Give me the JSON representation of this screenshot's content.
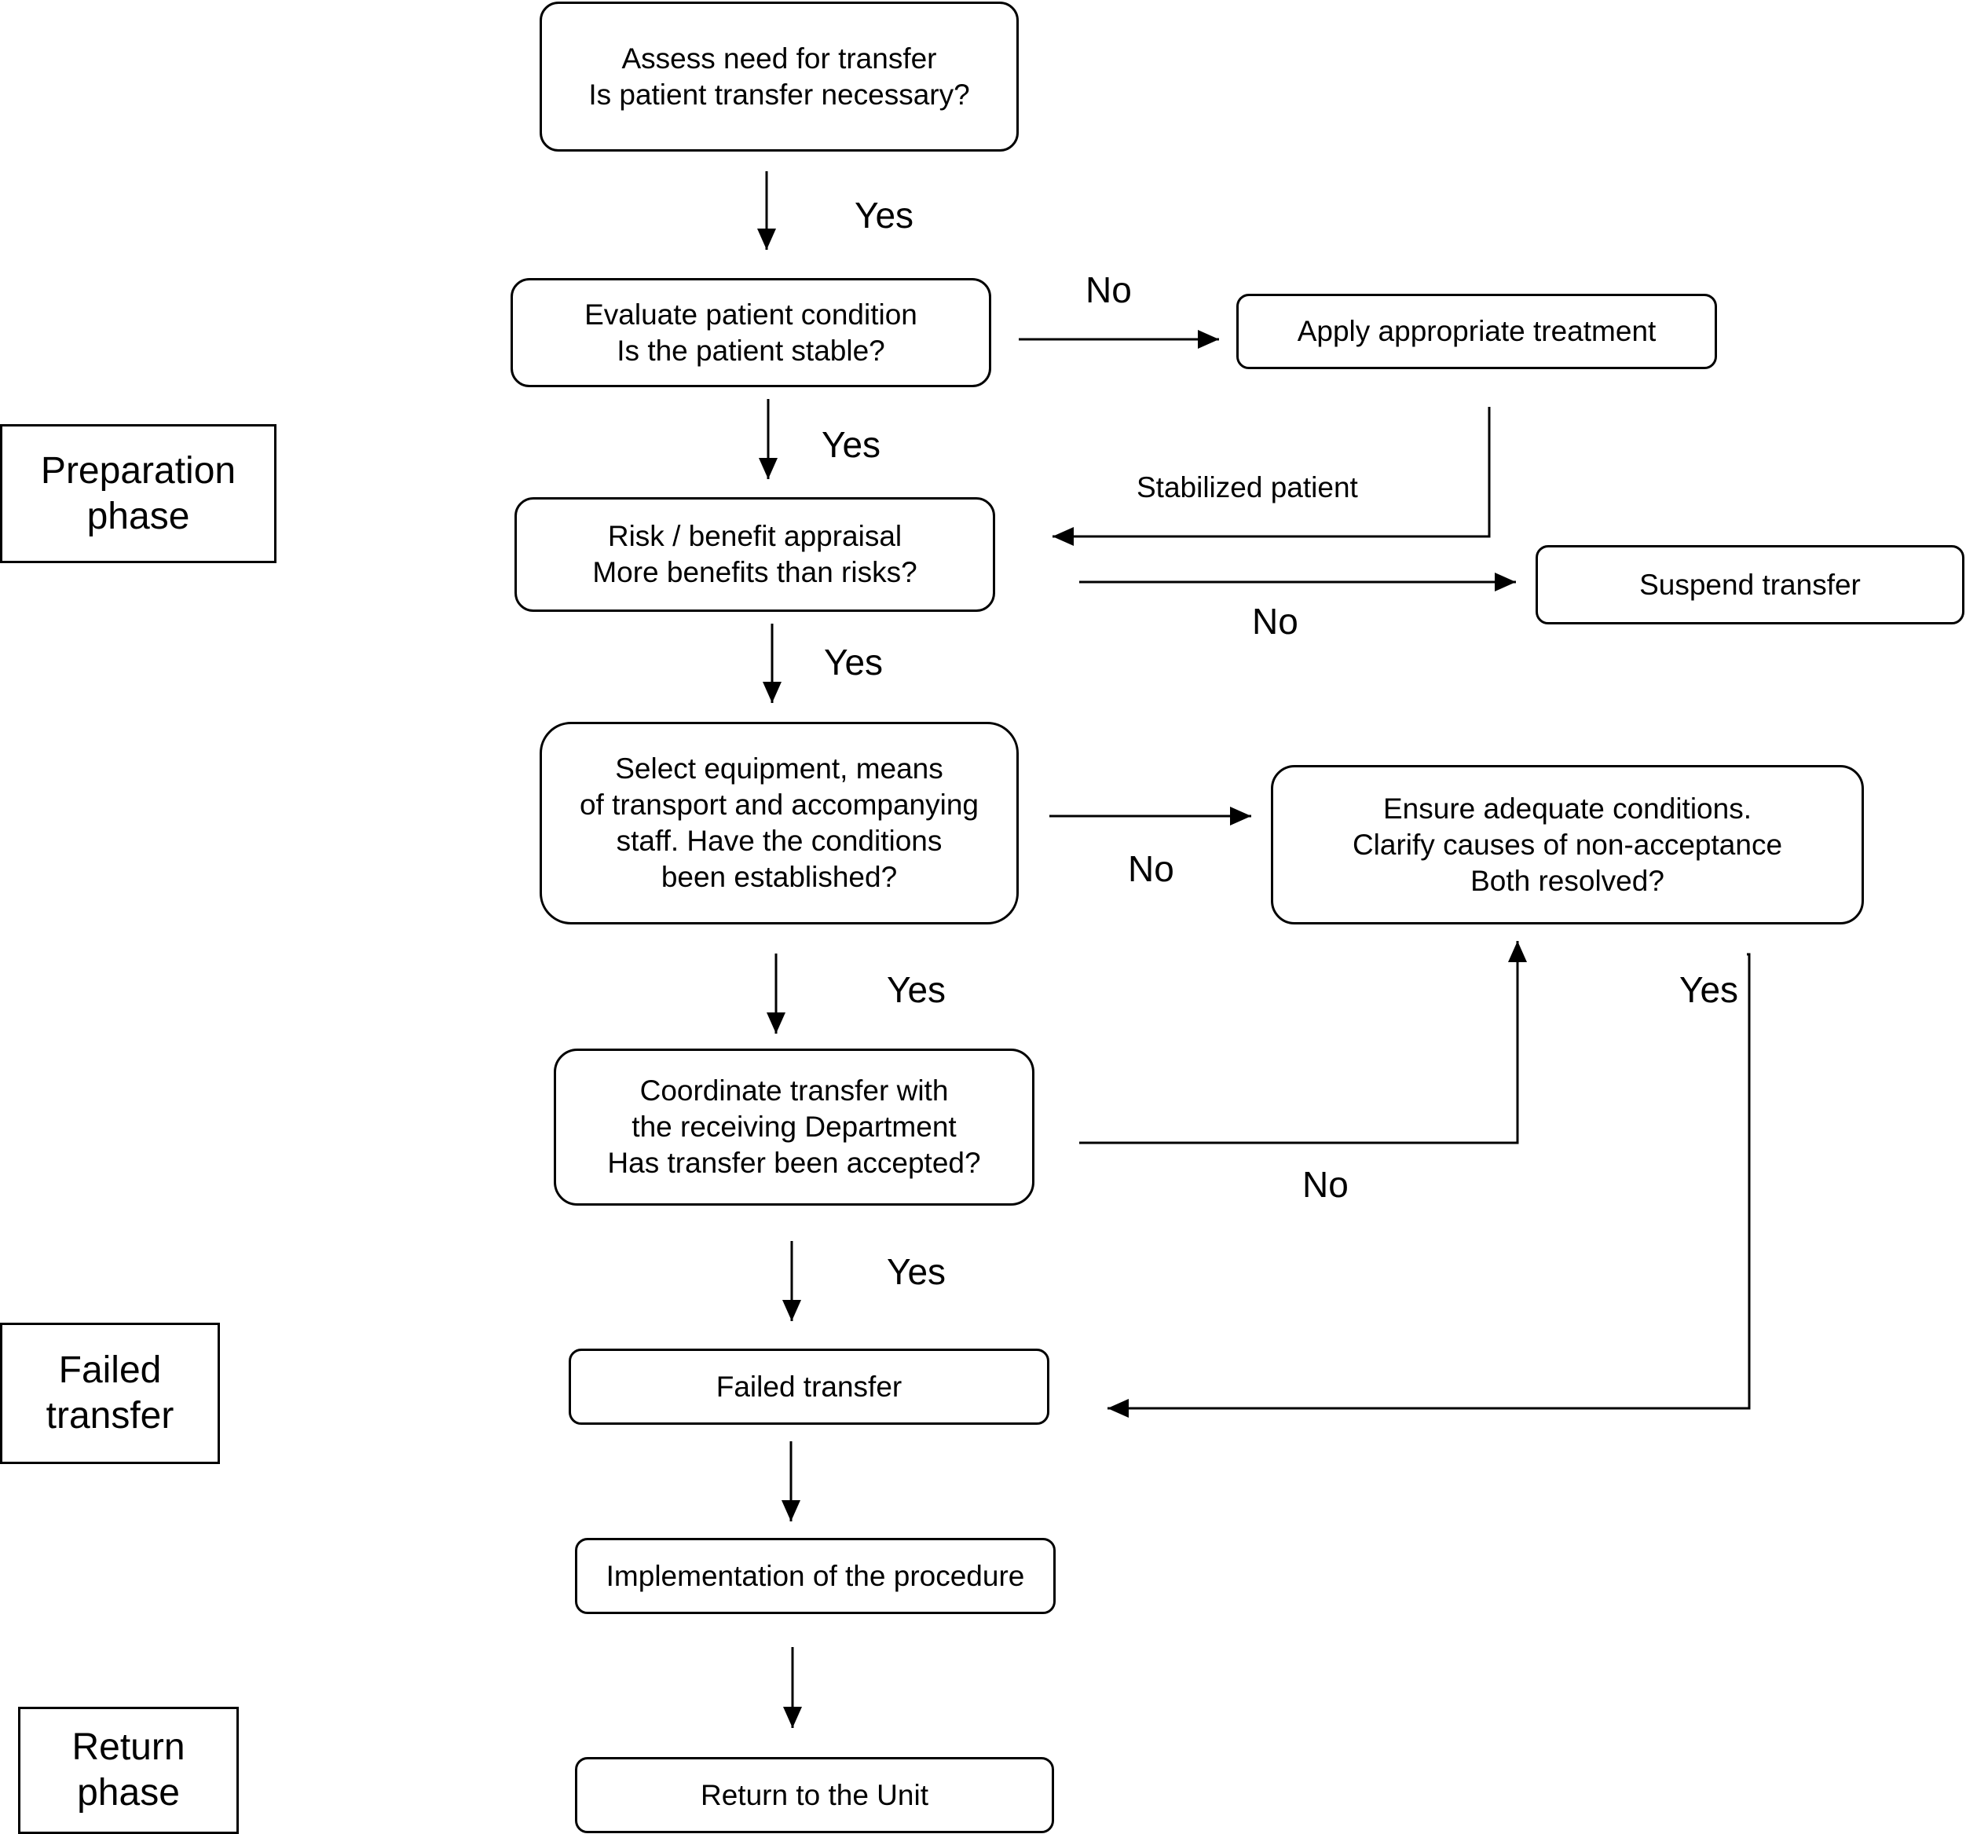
{
  "nodes": {
    "assess": [
      "Assess need for transfer",
      "Is patient transfer necessary?"
    ],
    "evaluate": [
      "Evaluate patient condition",
      "Is the patient stable?"
    ],
    "treatment": [
      "Apply appropriate treatment"
    ],
    "risk": [
      "Risk / benefit appraisal",
      "More benefits than risks?"
    ],
    "suspend": [
      "Suspend transfer"
    ],
    "select": [
      "Select equipment, means",
      "of transport and accompanying",
      "staff. Have the conditions",
      "been established?"
    ],
    "ensure": [
      "Ensure adequate conditions.",
      "Clarify causes of non-acceptance",
      "Both resolved?"
    ],
    "coordinate": [
      "Coordinate transfer with",
      "the receiving Department",
      "Has transfer been accepted?"
    ],
    "failed": [
      "Failed transfer"
    ],
    "implementation": [
      "Implementation of the procedure"
    ],
    "return": [
      "Return to the Unit"
    ]
  },
  "phases": {
    "preparation": [
      "Preparation",
      "phase"
    ],
    "failed": [
      "Failed",
      "transfer"
    ],
    "return": [
      "Return",
      "phase"
    ]
  },
  "edge_labels": {
    "yes_1": "Yes",
    "no_1": "No",
    "yes_2": "Yes",
    "stabilized": "Stabilized patient",
    "no_2": "No",
    "yes_3": "Yes",
    "no_3": "No",
    "yes_4": "Yes",
    "yes_5": "Yes",
    "no_4": "No",
    "yes_6": "Yes"
  }
}
